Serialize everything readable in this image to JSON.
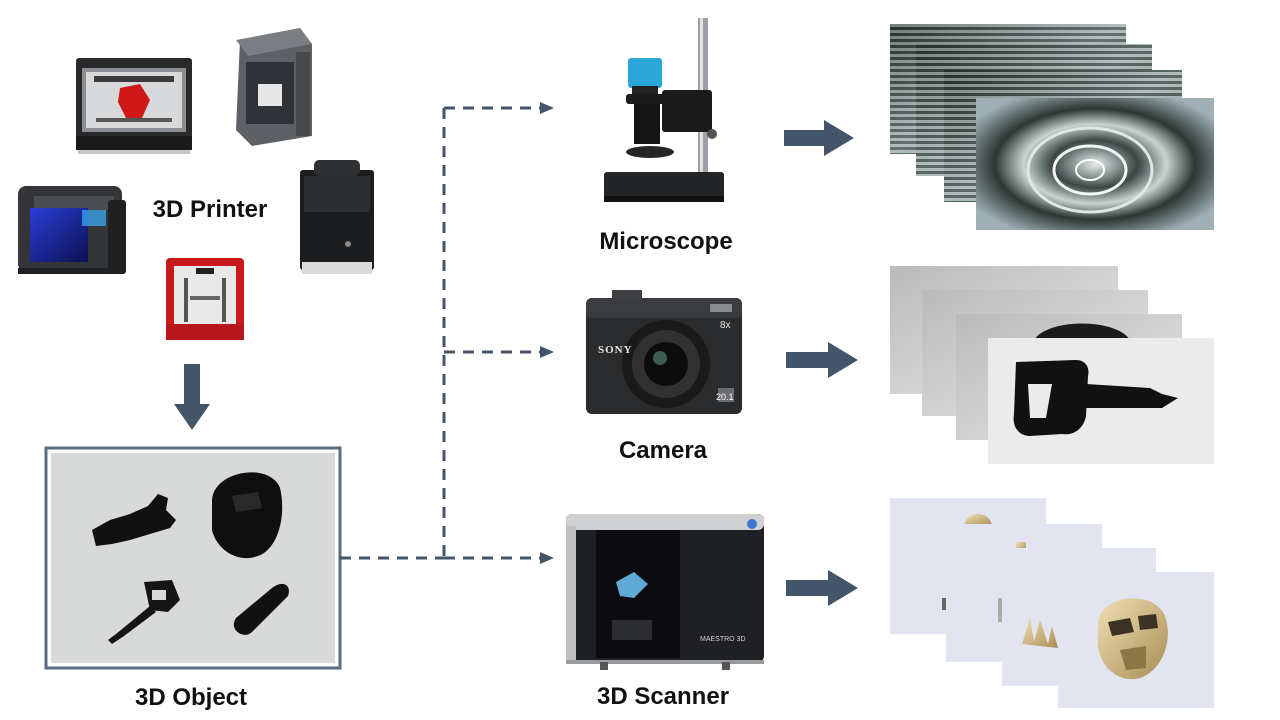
{
  "labels": {
    "printer": "3D Printer",
    "object": "3D Object",
    "microscope": "Microscope",
    "camera": "Camera",
    "scanner": "3D Scanner"
  },
  "printed_text": {
    "camera_brand": "SONY",
    "camera_zoom": "8x",
    "camera_megapixels": "20.1",
    "scanner_brand": "MAESTRO 3D"
  },
  "colors": {
    "arrow": "#44546a",
    "frame": "#5c6b7d",
    "text": "#111111"
  },
  "icons": [
    "printer-icon",
    "microscope-icon",
    "camera-icon",
    "scanner-icon",
    "key-icon",
    "helmet-icon"
  ]
}
